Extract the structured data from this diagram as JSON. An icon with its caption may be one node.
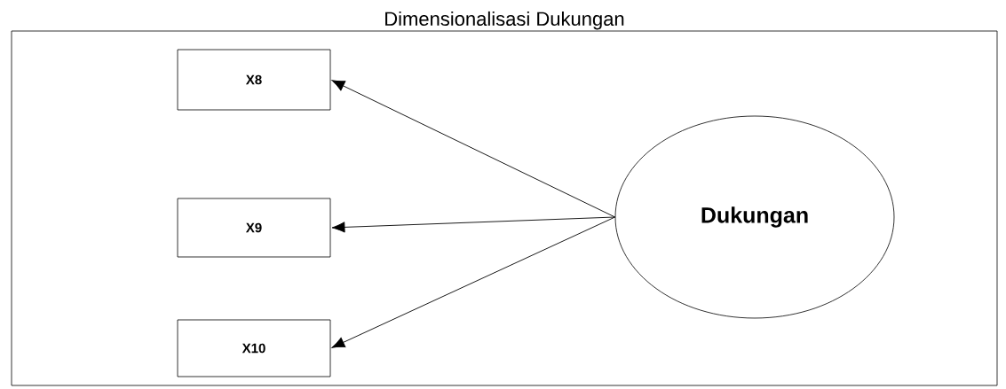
{
  "diagram": {
    "nodes": [
      {
        "text": [
          "Dimensionalisasi Dukungan"
        ]
      },
      {
        "text": [
          "X8"
        ],
        "in": 0
      },
      {
        "text": [
          "X9"
        ],
        "in": 0
      },
      {
        "text": [
          "X10"
        ],
        "in": 0
      },
      {
        "text": [
          "Dukungan"
        ],
        "in": 0
      }
    ],
    "edges": [
      {
        "from": 4,
        "to": 1,
        "arrow": "to"
      },
      {
        "from": 4,
        "to": 2,
        "arrow": "to"
      },
      {
        "from": 4,
        "to": 3,
        "arrow": "to"
      }
    ]
  }
}
